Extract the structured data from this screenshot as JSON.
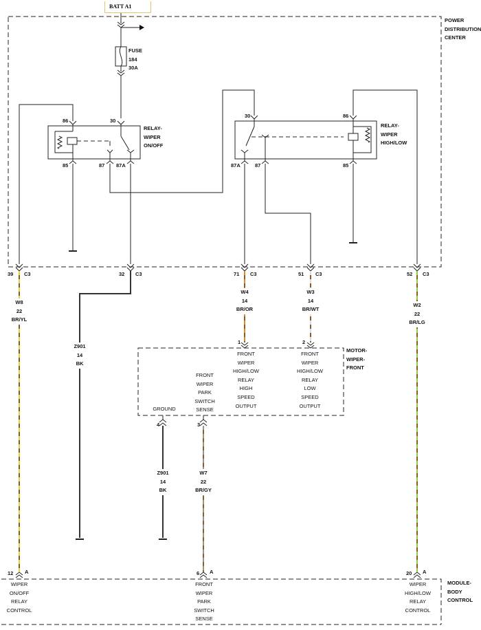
{
  "battery": {
    "label": "BATT A1"
  },
  "pdc": {
    "label_lines": [
      "POWER",
      "DISTRIBUTION",
      "CENTER"
    ]
  },
  "fuse": {
    "label_lines": [
      "FUSE",
      "184",
      "30A"
    ]
  },
  "relay_on_off": {
    "label_lines": [
      "RELAY-",
      "WIPER",
      "ON/OFF"
    ],
    "pins": {
      "p86": "86",
      "p30": "30",
      "p85": "85",
      "p87": "87",
      "p87a": "87A"
    }
  },
  "relay_high_low": {
    "label_lines": [
      "RELAY-",
      "WIPER",
      "HIGH/LOW"
    ],
    "pins": {
      "p30": "30",
      "p86": "86",
      "p87a": "87A",
      "p87": "87",
      "p85": "85"
    }
  },
  "pdc_connectors": {
    "c39": {
      "pin": "39",
      "conn": "C3"
    },
    "c32": {
      "pin": "32",
      "conn": "C3"
    },
    "c71": {
      "pin": "71",
      "conn": "C3"
    },
    "c51": {
      "pin": "51",
      "conn": "C3"
    },
    "c52": {
      "pin": "52",
      "conn": "C3"
    }
  },
  "wires": {
    "w8": {
      "lines": [
        "W8",
        "22",
        "BR/YL"
      ],
      "colors": [
        "#8b5a2b",
        "#e6cf2e"
      ]
    },
    "z901a": {
      "lines": [
        "Z901",
        "14",
        "BK"
      ],
      "colors": [
        "#333333"
      ]
    },
    "w4": {
      "lines": [
        "W4",
        "14",
        "BR/OR"
      ],
      "colors": [
        "#8b5a2b",
        "#e08a1a"
      ]
    },
    "w3": {
      "lines": [
        "W3",
        "14",
        "BR/WT"
      ],
      "colors": [
        "#8b5a2b",
        "#dddddd"
      ]
    },
    "w2": {
      "lines": [
        "W2",
        "22",
        "BR/LG"
      ],
      "colors": [
        "#8b5a2b",
        "#8fce3a"
      ]
    },
    "z901b": {
      "lines": [
        "Z901",
        "14",
        "BK"
      ],
      "colors": [
        "#333333"
      ]
    },
    "w7": {
      "lines": [
        "W7",
        "22",
        "BR/GY"
      ],
      "colors": [
        "#8b5a2b",
        "#999999"
      ]
    }
  },
  "motor": {
    "label_lines": [
      "MOTOR-",
      "WIPER-",
      "FRONT"
    ],
    "pin1": "1",
    "pin2": "2",
    "pin3": "3",
    "pin4": "4",
    "text_high": [
      "FRONT",
      "WIPER",
      "HIGH/LOW",
      "RELAY",
      "HIGH",
      "SPEED",
      "OUTPUT"
    ],
    "text_low": [
      "FRONT",
      "WIPER",
      "HIGH/LOW",
      "RELAY",
      "LOW",
      "SPEED",
      "OUTPUT"
    ],
    "text_park": [
      "FRONT",
      "WIPER",
      "PARK",
      "SWITCH",
      "SENSE"
    ],
    "text_ground": "GROUND"
  },
  "bcm": {
    "label_lines": [
      "MODULE-",
      "BODY",
      "CONTROL"
    ],
    "pin12": {
      "pin": "12",
      "conn": "A"
    },
    "pin6": {
      "pin": "6",
      "conn": "A"
    },
    "pin20": {
      "pin": "20",
      "conn": "A"
    },
    "text_onoff": [
      "WIPER",
      "ON/OFF",
      "RELAY",
      "CONTROL"
    ],
    "text_park": [
      "FRONT",
      "WIPER",
      "PARK",
      "SWITCH",
      "SENSE"
    ],
    "text_highlow": [
      "WIPER",
      "HIGH/LOW",
      "RELAY",
      "CONTROL"
    ]
  }
}
